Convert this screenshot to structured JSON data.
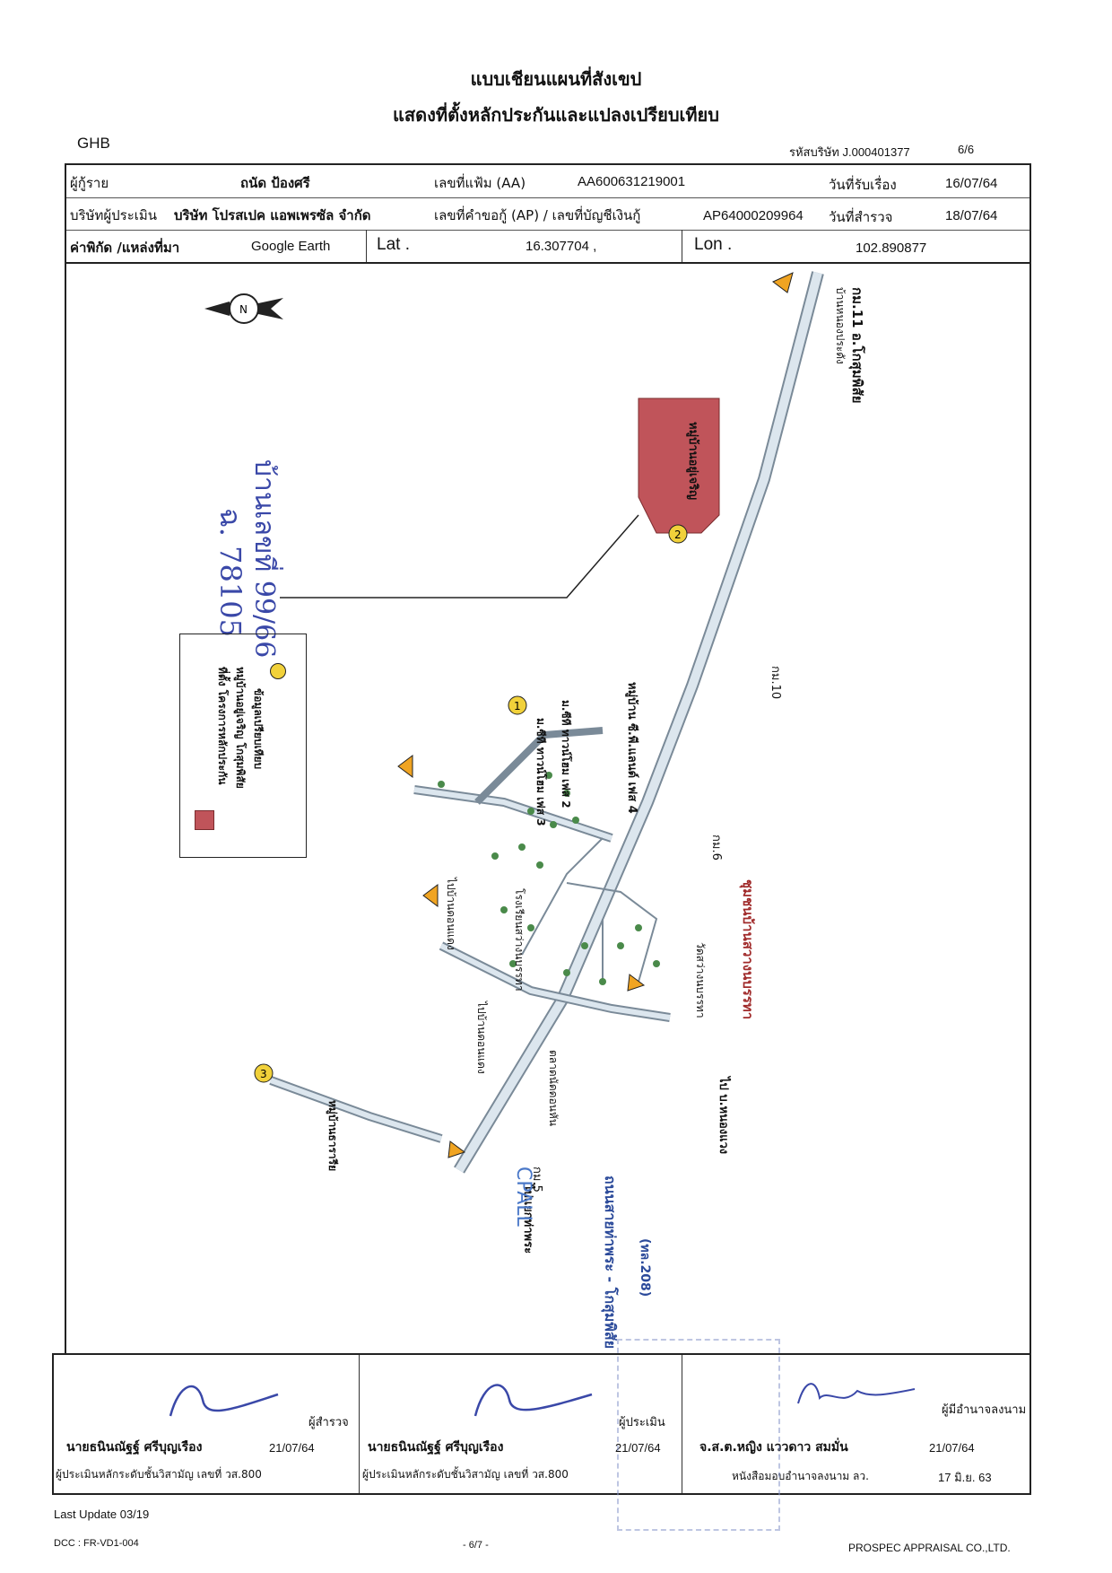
{
  "header": {
    "title_line1": "แบบเชียนแผนที่สังเขป",
    "title_line2": "แสดงที่ตั้งหลักประกันและแปลงเปรียบเทียบ",
    "org": "GHB",
    "company_code_label": "รหัสบริษัท J.000401377",
    "page_of": "6/6"
  },
  "form": {
    "borrower_label": "ผู้กู้ราย",
    "borrower_name": "ถนัด ป้องศรี",
    "file_no_label": "เลขที่แฟ้ม (AA)",
    "file_no": "AA600631219001",
    "received_label": "วันที่รับเรื่อง",
    "received_date": "16/07/64",
    "appraiser_label": "บริษัทผู้ประเมิน",
    "appraiser_name": "บริษัท โปรสเปค แอพเพรซัล จำกัด",
    "loan_no_label": "เลขที่คำขอกู้ (AP) / เลขที่บัญชีเงินกู้",
    "loan_no": "AP64000209964",
    "survey_label": "วันที่สำรวจ",
    "survey_date": "18/07/64",
    "coord_label": "ค่าพิกัด /แหล่งที่มา",
    "coord_source": "Google Earth",
    "lat_label": "Lat .",
    "lat_value": "16.307704  ,",
    "lon_label": "Lon .",
    "lon_value": "102.890877"
  },
  "map": {
    "handwritten_deed": "ฉ. 78105",
    "handwritten_house": "บ้านเลขที่ 99/66",
    "legend_item1": "ที่ตั้ง โครงการหลักประกัน",
    "legend_item1b": "หมู่บ้านอยู่เจริญ โกสุมพิสัย",
    "legend_item2": "ข้อมูลเปรียบเทียบ",
    "project_label": "หมู่บ้านอยู่เจริญ",
    "km11_label": "กม.11 อ.โกสุมพิสัย",
    "nongbua_school": "บ้านหนองประดัง",
    "km10": "กม.10",
    "km6": "กม.6",
    "km5": "กม.5",
    "phet_label": "หมู่บ้าน ซี.พี.แลนด์ เฟส 4",
    "cp_label_a": "ม.ซีที ทาวน์โฮม เฟส 2",
    "cp_label_b": "ม.ซีที ทาวน์โฮม เฟส 3",
    "to_donkaeng1": "ไปบ้านดอนแดง",
    "to_donkaeng2": "ไปบ้านดอนแดง",
    "to_nongwaeng": "ไป บ.หนองแวง",
    "to_thaphra": "ไปแยกท่าพระ",
    "road_name": "ถนนสายท่าพระ - โกสุมพิสัย",
    "road_code": "(ทล.208)",
    "district_label": "ชุมชนบ้านสวางนบรรทา",
    "temple": "วัดสว่างนบรรทา",
    "school": "โรงเรียนสว่างนบรรทา",
    "market": "ตลาดนัดดอนหัน",
    "village3": "หมู่บ้านธารารีย",
    "cpall": "CPALL",
    "marker1": "1",
    "marker2": "2",
    "marker3": "3",
    "compass_n": "N"
  },
  "signatures": {
    "surveyor_role": "ผู้สำรวจ",
    "surveyor_name": "นายธนินณัฐฐ์  ศรีบุญเรือง",
    "surveyor_date": "21/07/64",
    "surveyor_license": "ผู้ประเมินหลักระดับชั้นวิสามัญ เลขที่ วส.800",
    "appraiser_role": "ผู้ประเมิน",
    "appraiser_name": "นายธนินณัฐฐ์  ศรีบุญเรือง",
    "appraiser_date": "21/07/64",
    "appraiser_license": "ผู้ประเมินหลักระดับชั้นวิสามัญ เลขที่ วส.800",
    "authorized_role": "ผู้มีอำนาจลงนาม",
    "authorized_name": "จ.ส.ต.หญิง แววดาว  สมมั่น",
    "authorized_date": "21/07/64",
    "authorized_note": "หนังสือมอบอำนาจลงนาม ลว.",
    "authorized_note_date": "17  มิ.ย. 63"
  },
  "footer": {
    "last_update": "Last Update 03/19",
    "doc_code": "DCC : FR-VD1-004",
    "page": "- 6/7 -",
    "company": "PROSPEC APPRAISAL CO.,LTD."
  },
  "colors": {
    "collateral": "#c0545a",
    "marker": "#f1d13a",
    "arrow": "#f0a422",
    "road": "#b6c6d4",
    "handwriting": "#3a48a8"
  }
}
